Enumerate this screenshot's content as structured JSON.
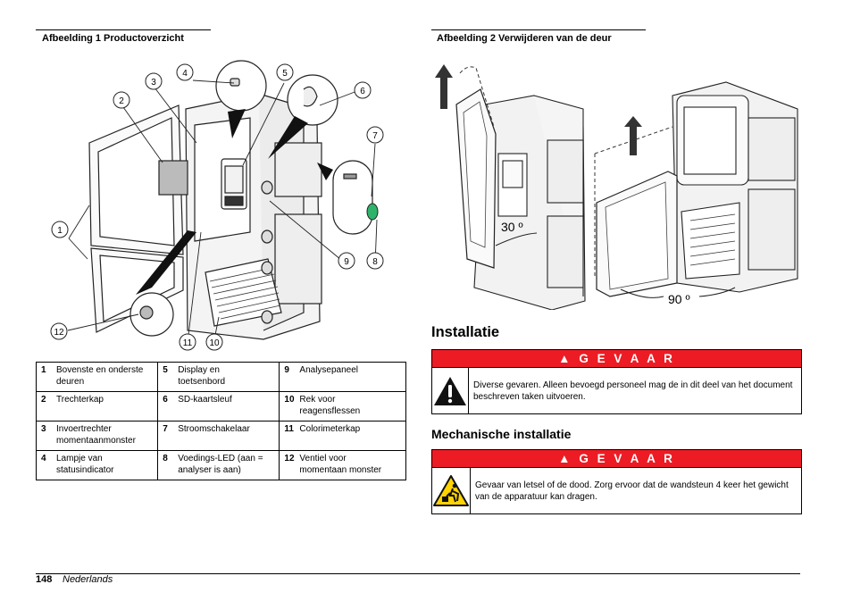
{
  "figure1": {
    "title": "Afbeelding 1  Productoverzicht",
    "callouts": [
      "1",
      "2",
      "3",
      "4",
      "5",
      "6",
      "7",
      "8",
      "9",
      "10",
      "11",
      "12"
    ],
    "legend": [
      [
        {
          "num": "1",
          "text": "Bovenste en onderste deuren"
        },
        {
          "num": "5",
          "text": "Display en toetsenbord"
        },
        {
          "num": "9",
          "text": "Analysepaneel"
        }
      ],
      [
        {
          "num": "2",
          "text": "Trechterkap"
        },
        {
          "num": "6",
          "text": "SD-kaartsleuf"
        },
        {
          "num": "10",
          "text": "Rek voor reagensflessen"
        }
      ],
      [
        {
          "num": "3",
          "text": "Invoertrechter momentaanmonster"
        },
        {
          "num": "7",
          "text": "Stroomschakelaar"
        },
        {
          "num": "11",
          "text": "Colorimeterkap"
        }
      ],
      [
        {
          "num": "4",
          "text": "Lampje van statusindicator"
        },
        {
          "num": "8",
          "text": "Voedings-LED (aan = analyser is aan)"
        },
        {
          "num": "12",
          "text": "Ventiel voor momentaan monster"
        }
      ]
    ]
  },
  "figure2": {
    "title": "Afbeelding 2  Verwijderen van de deur",
    "angle_left": "30 º",
    "angle_right": "90 º"
  },
  "section": {
    "heading": "Installatie",
    "danger1": {
      "header": "G E V A A R",
      "icon": "warning-triangle-icon",
      "text": "Diverse gevaren. Alleen bevoegd personeel mag de in dit deel van het document beschreven taken uitvoeren."
    },
    "subheading": "Mechanische installatie",
    "danger2": {
      "header": "G E V A A R",
      "icon": "heavy-lifting-hazard-icon",
      "text": "Gevaar van letsel of de dood. Zorg ervoor dat de wandsteun 4 keer het gewicht van de apparatuur kan dragen."
    }
  },
  "colors": {
    "danger_red": "#ed1c24",
    "led_green": "#2fb36b"
  },
  "footer": {
    "page": "148",
    "language": "Nederlands"
  }
}
